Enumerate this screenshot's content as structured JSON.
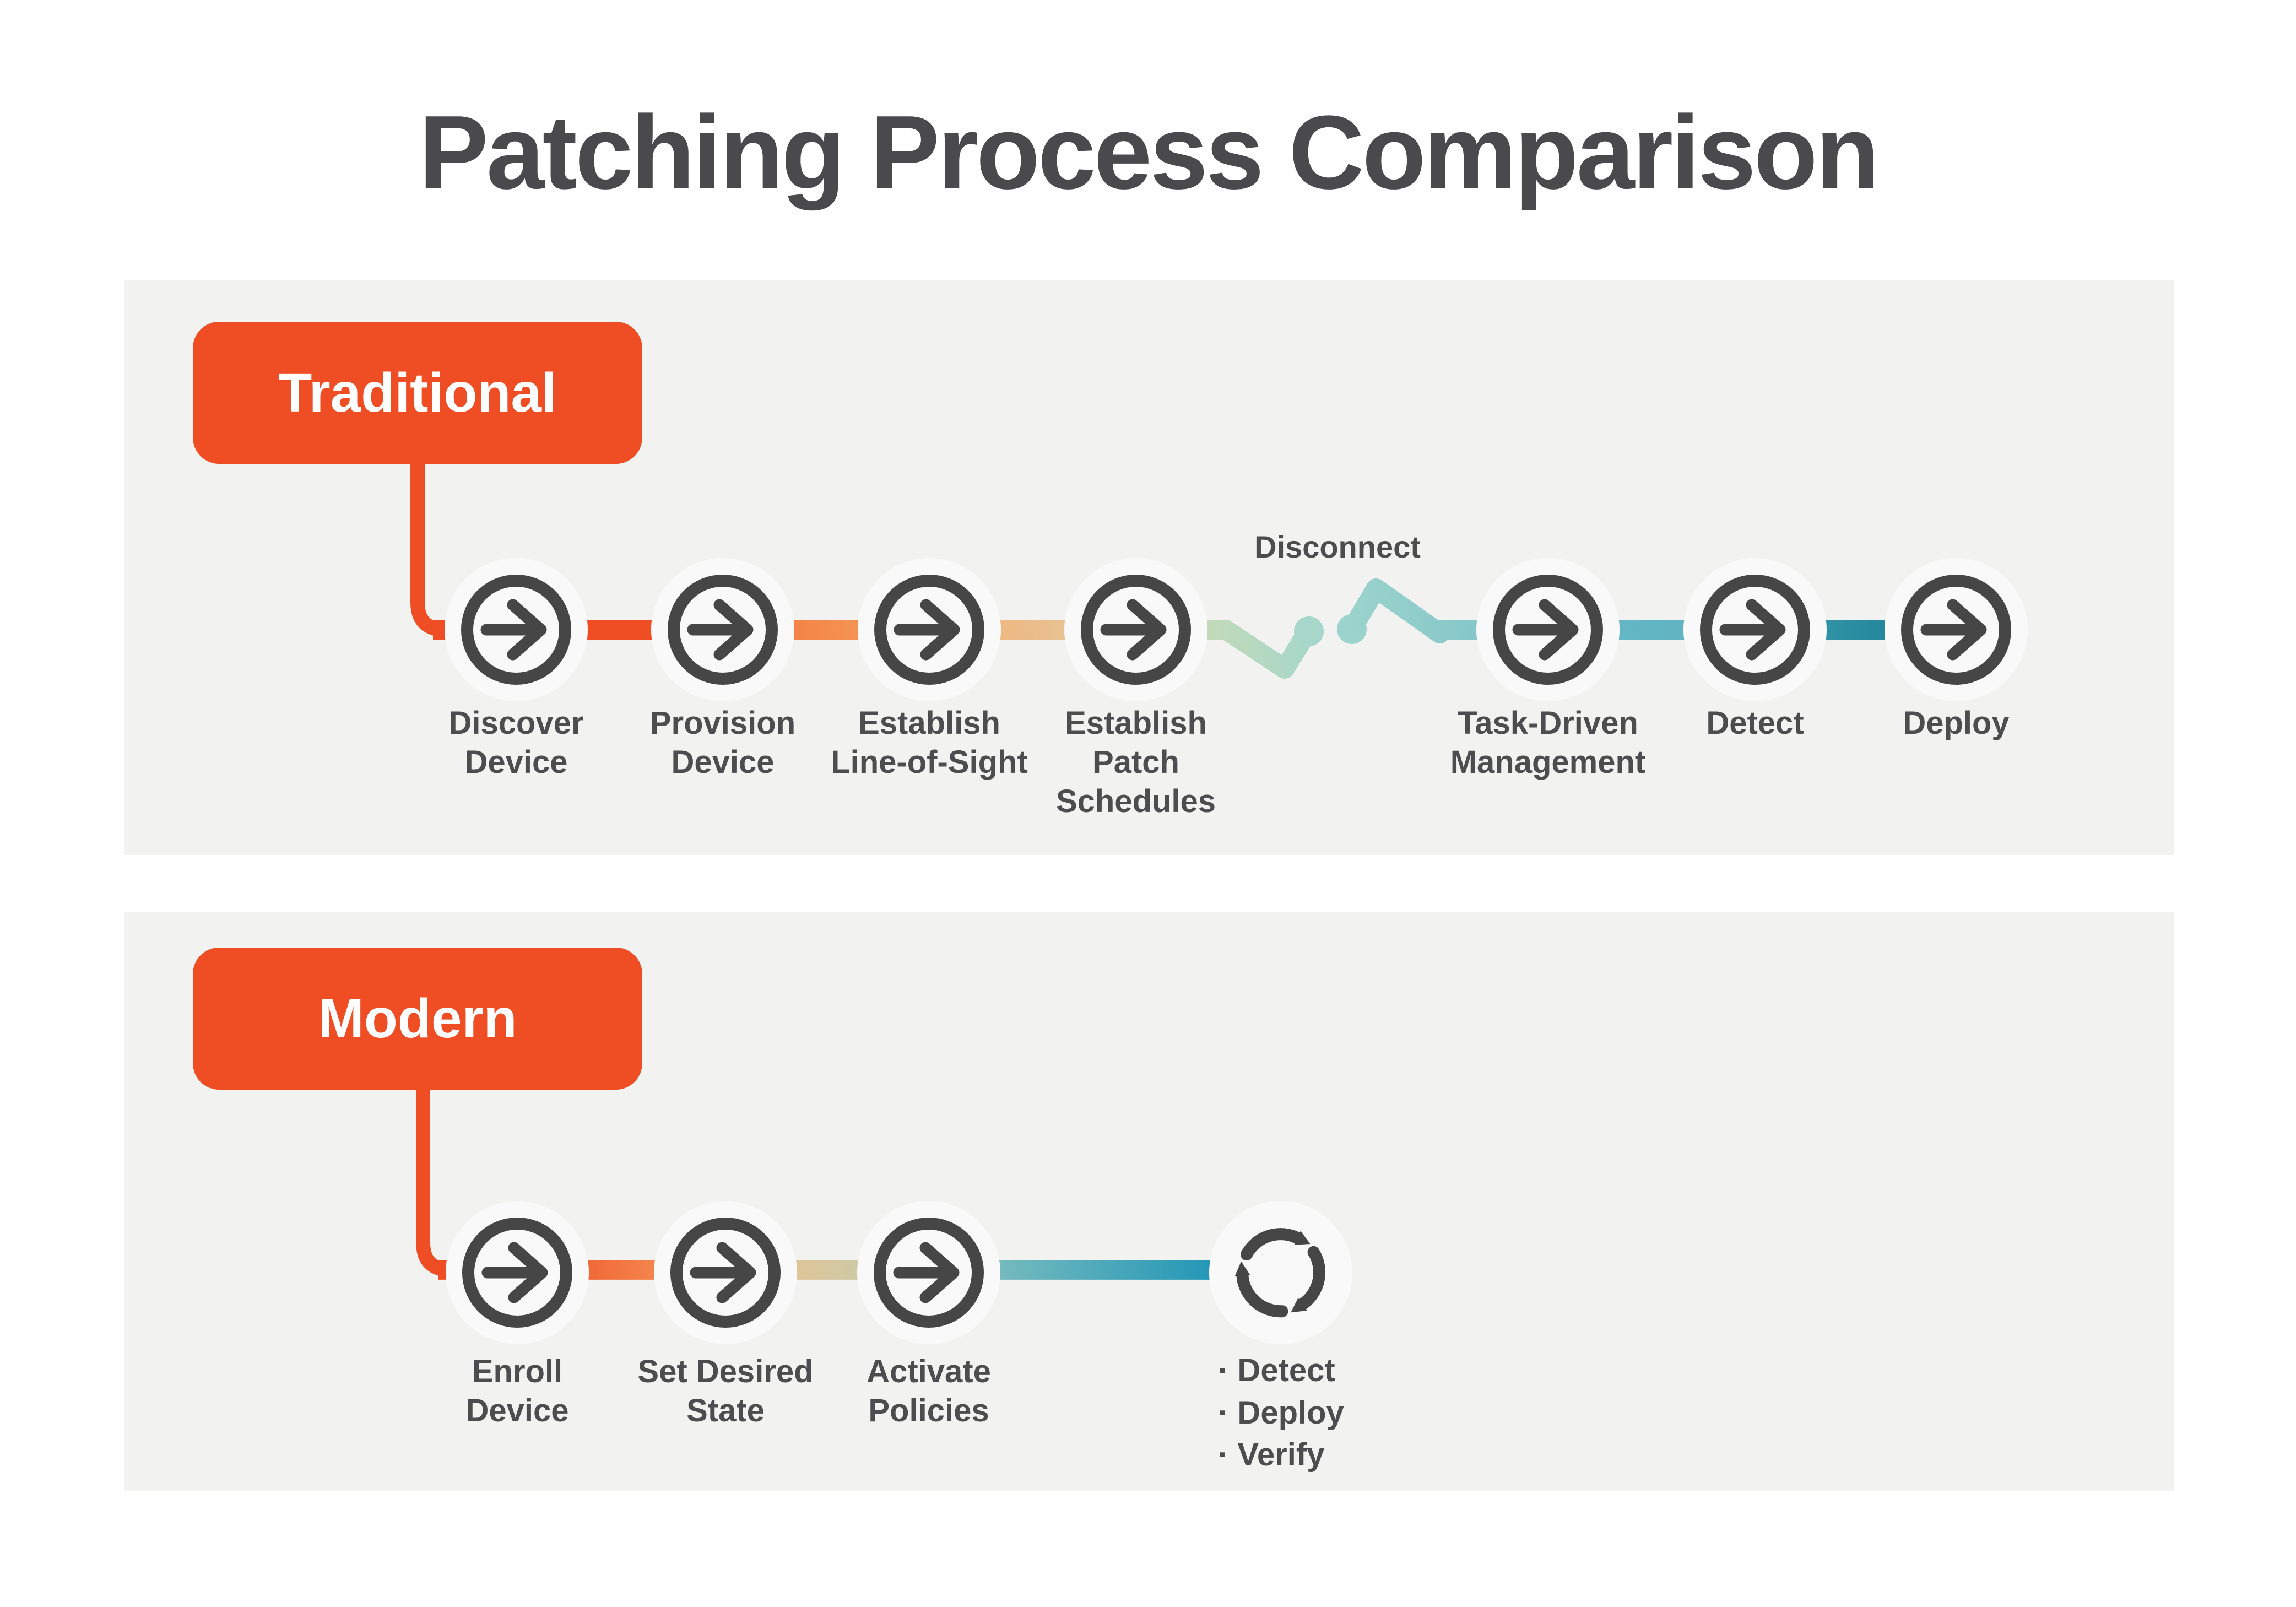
{
  "title": "Patching Process Comparison",
  "colors": {
    "background": "#ffffff",
    "panel": "#f2f2f1",
    "accent_orange": "#ef4e25",
    "dark_text": "#4a4a4c",
    "icon_stroke": "#464646",
    "teal_end": "#177b92",
    "seafoam": "#a6d7ca",
    "halo": "#f9f9f9"
  },
  "traditional": {
    "badge": "Traditional",
    "disconnect_label": "Disconnect",
    "steps": [
      {
        "label": "Discover\nDevice"
      },
      {
        "label": "Provision\nDevice"
      },
      {
        "label": "Establish\nLine-of-Sight"
      },
      {
        "label": "Establish\nPatch\nSchedules"
      },
      {
        "label": "Task-Driven\nManagement"
      },
      {
        "label": "Detect"
      },
      {
        "label": "Deploy"
      }
    ]
  },
  "modern": {
    "badge": "Modern",
    "steps": [
      {
        "label": "Enroll\nDevice"
      },
      {
        "label": "Set Desired\nState"
      },
      {
        "label": "Activate\nPolicies"
      }
    ],
    "loop_items": "· Detect\n· Deploy\n· Verify"
  }
}
